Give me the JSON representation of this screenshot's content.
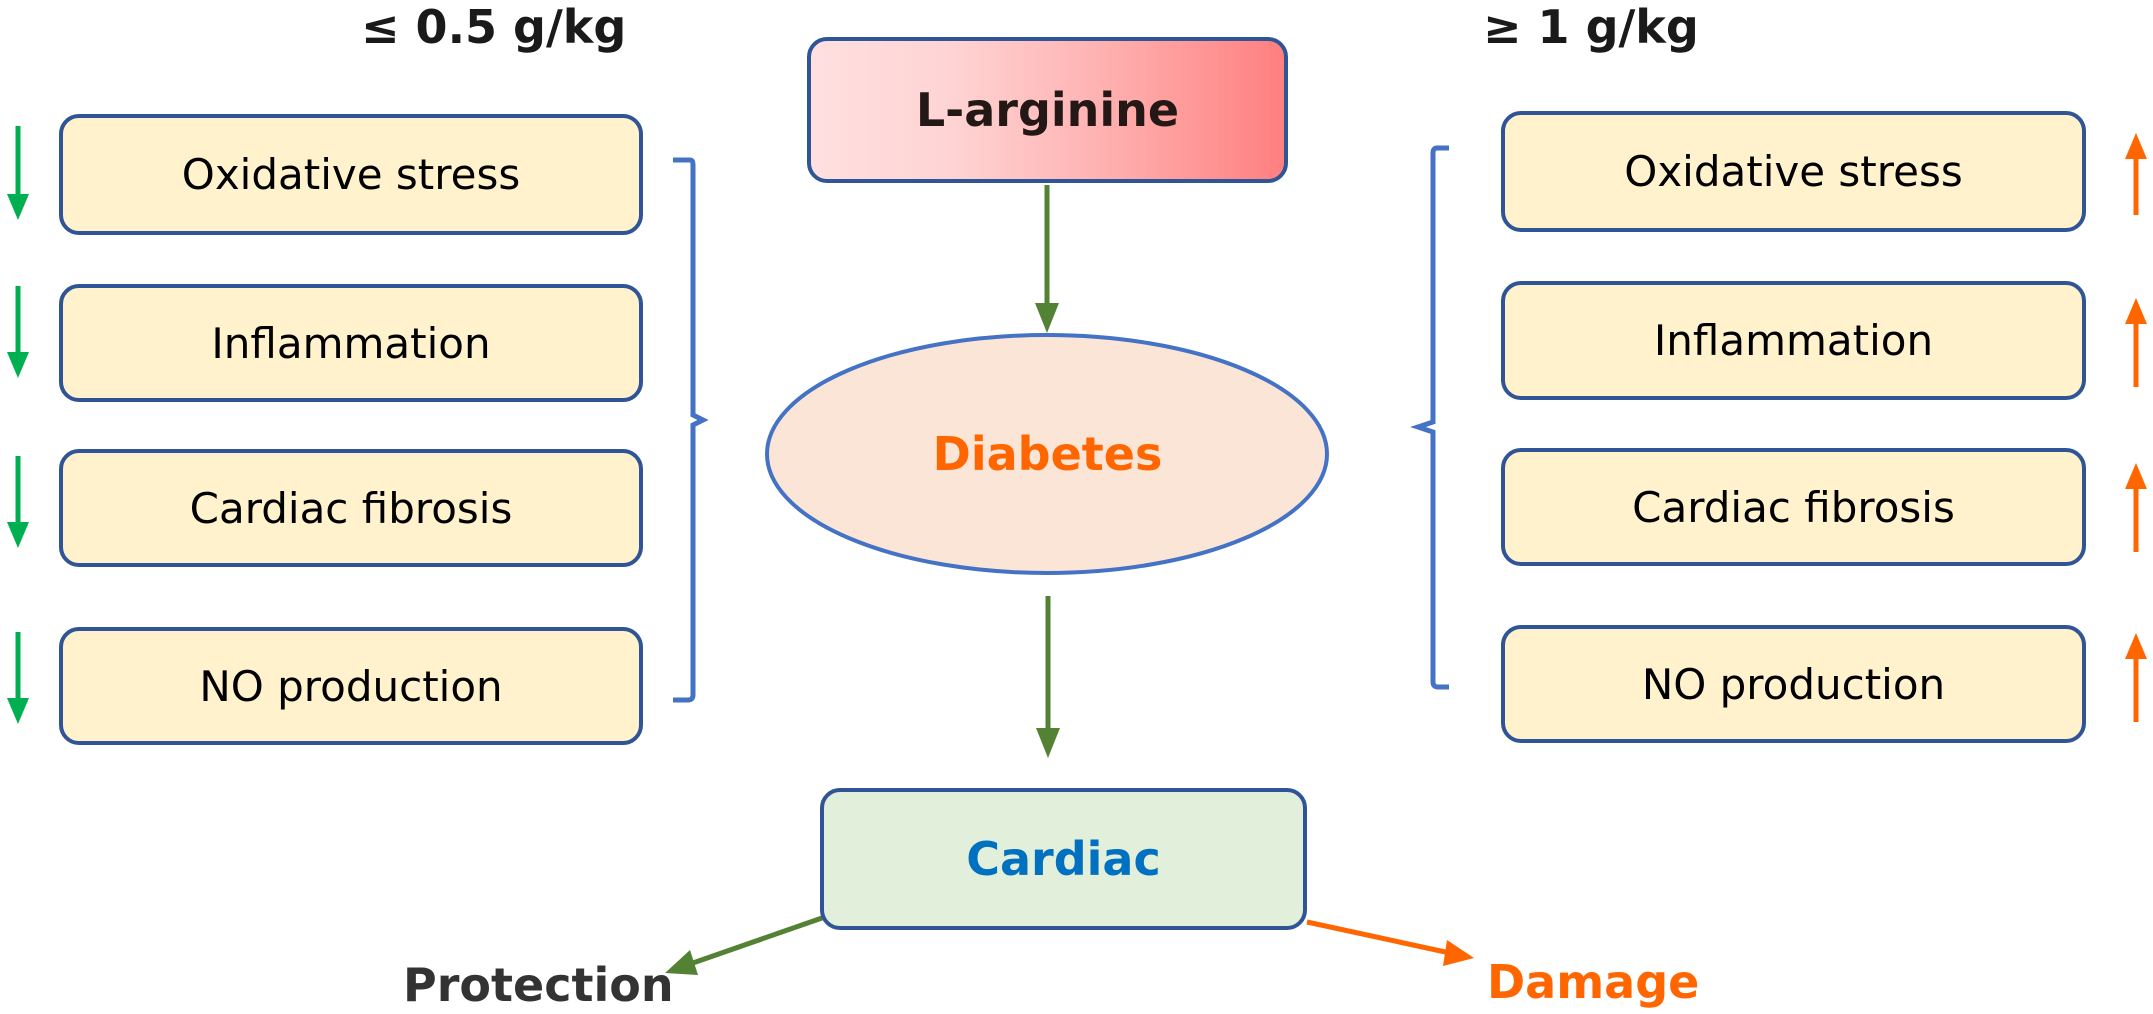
{
  "diagram": {
    "low_dose": {
      "title": "≤ 0.5 g/kg",
      "direction": "decrease",
      "arrow_color": "#00b050",
      "items": [
        {
          "label": "Oxidative stress"
        },
        {
          "label": "Inflammation"
        },
        {
          "label": "Cardiac fibrosis"
        },
        {
          "label": "NO production"
        }
      ]
    },
    "high_dose": {
      "title": "≥ 1 g/kg",
      "direction": "increase",
      "arrow_color": "#ff6600",
      "items": [
        {
          "label": "Oxidative stress"
        },
        {
          "label": "Inflammation"
        },
        {
          "label": "Cardiac fibrosis"
        },
        {
          "label": "NO production"
        }
      ]
    },
    "flow": {
      "source": "L-arginine",
      "condition": "Diabetes",
      "target": "Cardiac"
    },
    "outcomes": {
      "protection": {
        "label": "Protection",
        "color": "#333333",
        "arrow_color": "#548235"
      },
      "damage": {
        "label": "Damage",
        "color": "#ff6600",
        "arrow_color": "#ff6600"
      }
    },
    "colors": {
      "box_border": "#2f5597",
      "effect_fill": "#fff2cc",
      "bracket": "#4472c4",
      "flow_arrow": "#548235",
      "ellipse_fill": "#fbe5d6",
      "ellipse_border": "#4472c4",
      "cardiac_fill": "#e2efda",
      "cardiac_text": "#0070c0",
      "diabetes_text": "#ff6600"
    }
  }
}
